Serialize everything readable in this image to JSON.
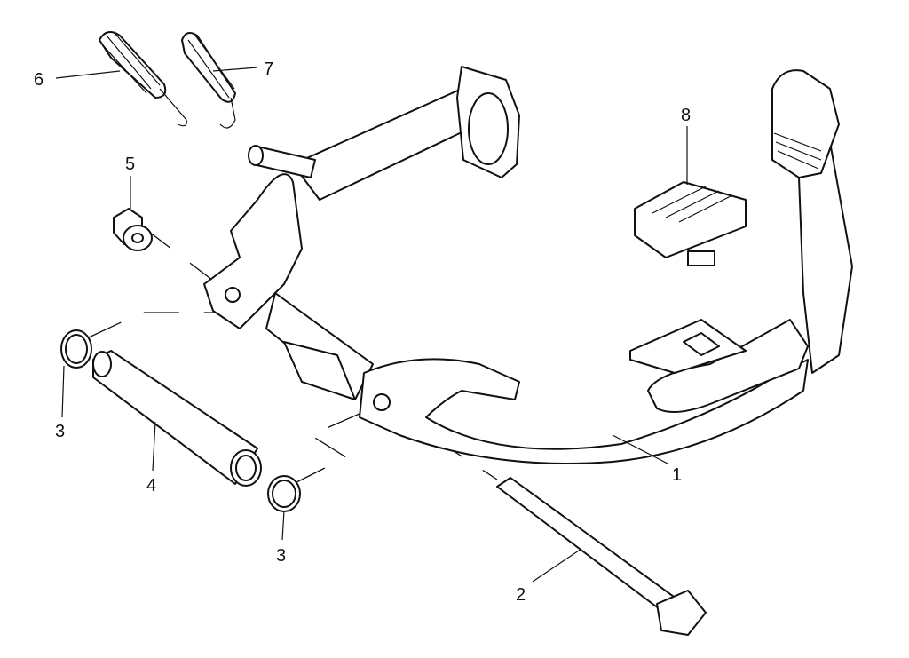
{
  "diagram": {
    "title": "Center stand exploded view",
    "callouts": [
      {
        "id": "c6",
        "text": "6",
        "part": "spring-large"
      },
      {
        "id": "c7",
        "text": "7",
        "part": "spring-small"
      },
      {
        "id": "c5",
        "text": "5",
        "part": "bushing"
      },
      {
        "id": "c8",
        "text": "8",
        "part": "rubber-stop"
      },
      {
        "id": "c3a",
        "text": "3",
        "part": "washer-left"
      },
      {
        "id": "c4",
        "text": "4",
        "part": "spacer-tube"
      },
      {
        "id": "c3b",
        "text": "3",
        "part": "washer-right"
      },
      {
        "id": "c2",
        "text": "2",
        "part": "bolt"
      },
      {
        "id": "c1",
        "text": "1",
        "part": "center-stand"
      }
    ]
  }
}
